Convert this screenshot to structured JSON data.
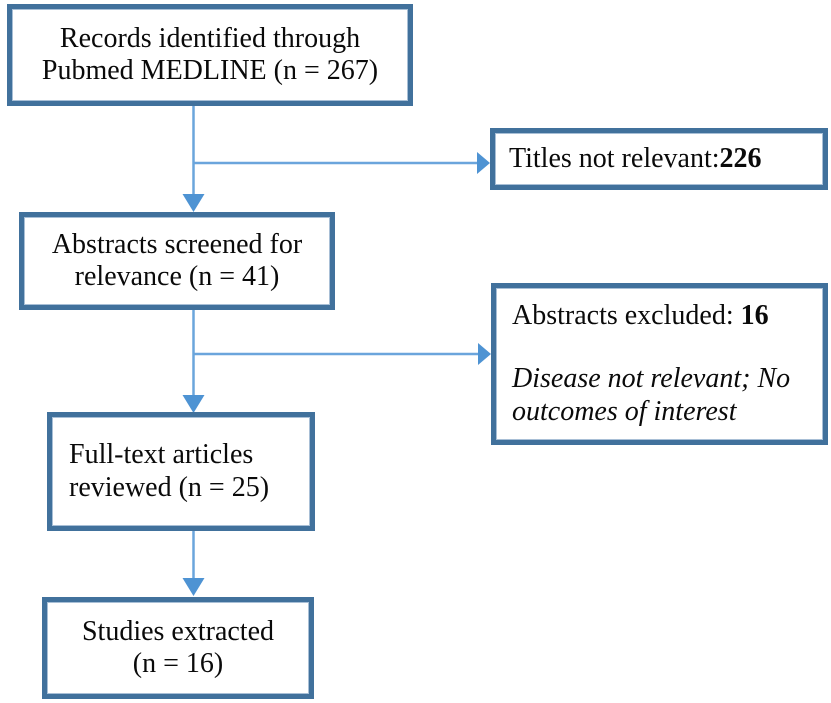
{
  "diagram": {
    "type": "flowchart",
    "boxes": {
      "records": {
        "line1": "Records identified through",
        "line2": "Pubmed MEDLINE (n = 267)"
      },
      "titles_excluded": {
        "label": "Titles not relevant:",
        "count": "226"
      },
      "abstracts_screened": {
        "line1": "Abstracts screened for",
        "line2": "relevance (n = 41)"
      },
      "abstracts_excluded": {
        "label": "Abstracts excluded: ",
        "count": "16",
        "reason": "Disease not relevant; No outcomes of interest"
      },
      "fulltext": {
        "line1": "Full-text articles",
        "line2": "reviewed (n = 25)"
      },
      "extracted": {
        "line1": "Studies extracted",
        "line2": "(n = 16)"
      }
    },
    "colors": {
      "box_border": "#41719C",
      "arrow": "#4E93D3",
      "arrow_line": "#6BA5DC",
      "text": "#0a0a0a",
      "background": "#ffffff"
    }
  }
}
